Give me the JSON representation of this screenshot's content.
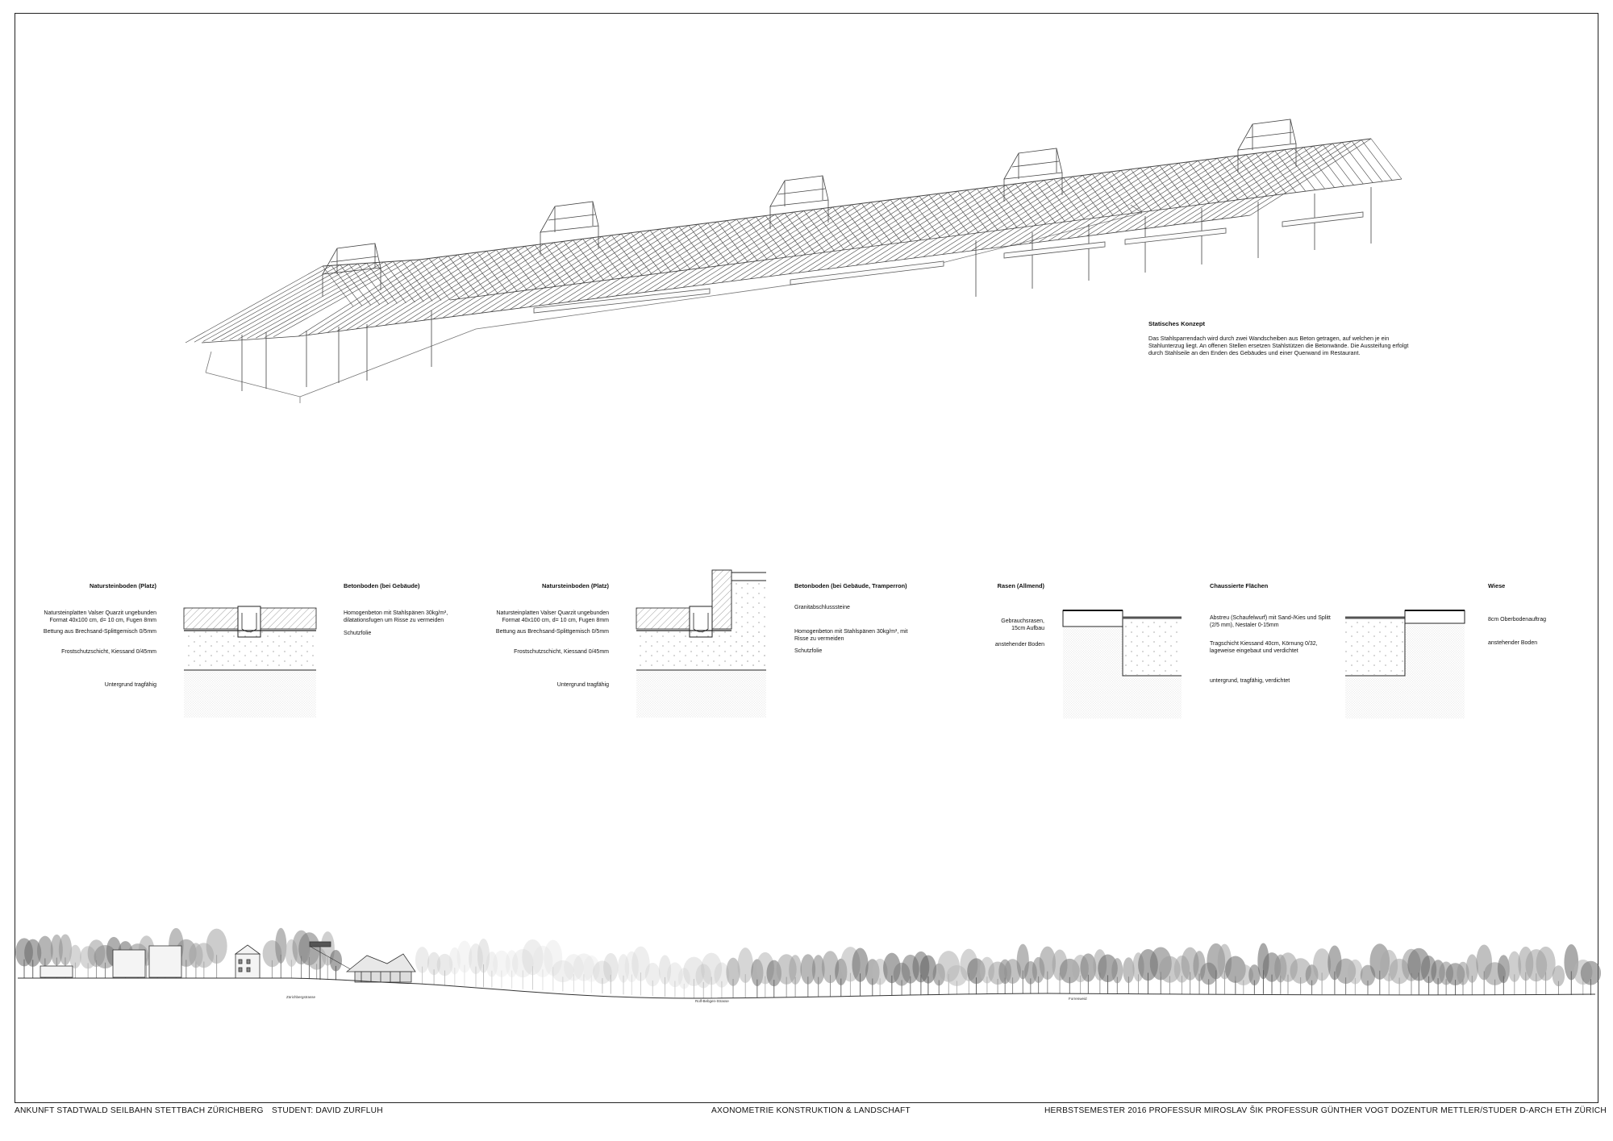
{
  "concept": {
    "title": "Statisches Konzept",
    "text": "Das Stahlsparrendach wird durch zwei Wandscheiben aus Beton getragen, auf welchen je ein Stahlunterzug liegt. An offenen Stellen ersetzen Stahlstützen die Betonwände. Die Aussteifung erfolgt durch Stahlseile an den Enden des Gebäudes und einer Querwand im Restaurant."
  },
  "details": [
    {
      "title": "Natursteinboden (Platz)",
      "layers": [
        "Natursteinplatten Valser Quarzit ungebunden Format 40x100 cm, d= 10 cm, Fugen 8mm",
        "Bettung aus Brechsand-Splittgemisch 0/5mm",
        "Frostschutzschicht, Kiessand 0/45mm",
        "Untergrund tragfähig"
      ]
    },
    {
      "title": "Betonboden (bei Gebäude)",
      "layers": [
        "Homogenbeton mit Stahlspänen 30kg/m³, dilatationsfugen um Risse zu vermeiden",
        "Schutzfolie"
      ]
    },
    {
      "title": "Natursteinboden (Platz)",
      "layers": [
        "Natursteinplatten Valser Quarzit ungebunden Format 40x100 cm, d= 10 cm, Fugen 8mm",
        "Bettung aus Brechsand-Splittgemisch 0/5mm",
        "Frostschutzschicht, Kiessand 0/45mm",
        "Untergrund tragfähig"
      ]
    },
    {
      "title": "Betonboden (bei Gebäude, Tramperron)",
      "layers": [
        "Granitabschlusssteine",
        "Homogenbeton mit Stahlspänen 30kg/m³, mit Risse zu vermeiden",
        "Schutzfolie"
      ]
    },
    {
      "title": "Rasen (Allmend)",
      "layers": [
        "Gebrauchsrasen, 15cm Aufbau",
        "anstehender Boden"
      ]
    },
    {
      "title": "Chaussierte Flächen",
      "layers": [
        "Abstreu (Schaufelwurf) mit Sand-/Kies und Splitt (2/5 mm), Nestaler 0-15mm",
        "Tragschicht Kiessand 40cm, Körnung 0/32, lageweise eingebaut und verdichtet",
        "untergrund, tragfähig, verdichtet"
      ]
    },
    {
      "title": "Wiese",
      "layers": [
        "8cm Oberbodenauftrag",
        "anstehender Boden"
      ]
    }
  ],
  "section": {
    "streets": [
      "Zürichbergstrasse",
      "Rolf-Bebgen-Strasse",
      "Forrenweid"
    ]
  },
  "footer": {
    "left": "ANKUNFT STADTWALD  SEILBAHN STETTBACH ZÜRICHBERG",
    "student": "STUDENT: DAVID ZURFLUH",
    "center": "AXONOMETRIE KONSTRUKTION & LANDSCHAFT",
    "right": "HERBSTSEMESTER 2016  PROFESSUR MIROSLAV ŠIK  PROFESSUR GÜNTHER VOGT  DOZENTUR METTLER/STUDER   D-ARCH   ETH ZÜRICH"
  }
}
